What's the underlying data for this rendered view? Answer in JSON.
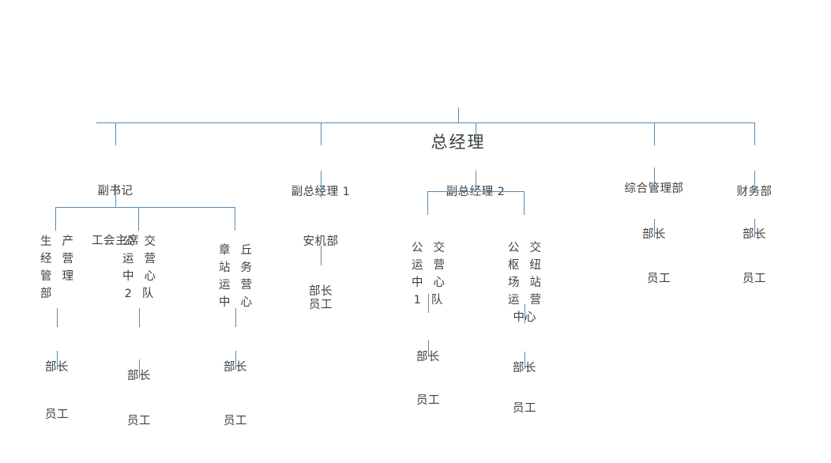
{
  "chart_data": {
    "type": "diagram",
    "subtype": "organization-chart",
    "title": "总经理",
    "orientation": "top-down",
    "line_color": "#5b89ad",
    "text_color": "#3f3f3f",
    "background": "#ffffff",
    "nodes": [
      {
        "id": "root",
        "label": "总经理",
        "level": 0
      },
      {
        "id": "l2-1",
        "label": "副书记\n工会主席",
        "level": 1
      },
      {
        "id": "l2-2",
        "label": "副总经理 1",
        "level": 1
      },
      {
        "id": "l2-3",
        "label": "副总经理 2",
        "level": 1
      },
      {
        "id": "l2-4",
        "label": "综合管理部",
        "level": 1
      },
      {
        "id": "l2-5",
        "label": "财务部",
        "level": 1
      },
      {
        "id": "l3-1",
        "label": "生产经营管理部",
        "level": 2,
        "parent": "l2-1"
      },
      {
        "id": "l3-2",
        "label": "公交运营中心2队",
        "level": 2,
        "parent": "l2-1"
      },
      {
        "id": "l3-3",
        "label": "章丘站务运营中心",
        "level": 2,
        "parent": "l2-1"
      },
      {
        "id": "l3-4",
        "label": "安机部",
        "level": 2,
        "parent": "l2-2"
      },
      {
        "id": "l3-5",
        "label": "公交运营中心1队",
        "level": 2,
        "parent": "l2-3"
      },
      {
        "id": "l3-6",
        "label": "公交枢纽场站运营中心",
        "level": 2,
        "parent": "l2-3"
      }
    ]
  },
  "root": {
    "label": "总经理"
  },
  "level2": {
    "deputy_secretary": {
      "line1": "副书记",
      "line2": "工会主席"
    },
    "deputy_gm_1": {
      "label": "副总经理 1"
    },
    "deputy_gm_2": {
      "label": "副总经理 2"
    },
    "general_admin": {
      "label": "综合管理部"
    },
    "finance": {
      "label": "财务部"
    }
  },
  "departments": {
    "production_ops": {
      "full": "生产经营管理部",
      "rows": [
        [
          "生",
          "产"
        ],
        [
          "经",
          "营"
        ],
        [
          "管",
          "理"
        ],
        [
          "部"
        ]
      ]
    },
    "bus_ops_team2": {
      "full": "公交运营中心2队",
      "rows": [
        [
          "公",
          "交"
        ],
        [
          "运",
          "营"
        ],
        [
          "中",
          "心"
        ],
        [
          "2",
          "队"
        ]
      ]
    },
    "zhangqiu_station_ops": {
      "full": "章丘站务运营中心",
      "rows": [
        [
          "章",
          "丘"
        ],
        [
          "站",
          "务"
        ],
        [
          "运",
          "营"
        ],
        [
          "中",
          "心"
        ]
      ]
    },
    "safety_machinery": {
      "full": "安机部"
    },
    "bus_ops_team1": {
      "full": "公交运营中心1队",
      "rows": [
        [
          "公",
          "交"
        ],
        [
          "运",
          "营"
        ],
        [
          "中",
          "心"
        ],
        [
          "1",
          "队"
        ]
      ]
    },
    "bus_hub_station_ops": {
      "full": "公交枢纽场站运营中心",
      "rows": [
        [
          "公",
          "交"
        ],
        [
          "枢",
          "纽"
        ],
        [
          "场",
          "站"
        ],
        [
          "运",
          "营"
        ],
        [
          "中",
          "心"
        ]
      ]
    }
  },
  "roles": {
    "director": "部长",
    "staff": "员工"
  },
  "leaves": {
    "production_ops": {
      "director": "部长",
      "staff": "员工"
    },
    "bus_ops_team2": {
      "director": "部长",
      "staff": "员工"
    },
    "zhangqiu_station_ops": {
      "director": "部长",
      "staff": "员工"
    },
    "safety_machinery": {
      "director": "部长",
      "staff": "员工"
    },
    "bus_ops_team1": {
      "director": "部长",
      "staff": "员工"
    },
    "bus_hub_station_ops": {
      "director": "部长",
      "staff": "员工"
    },
    "general_admin": {
      "director": "部长",
      "staff": "员工"
    },
    "finance": {
      "director": "部长",
      "staff": "员工"
    }
  }
}
